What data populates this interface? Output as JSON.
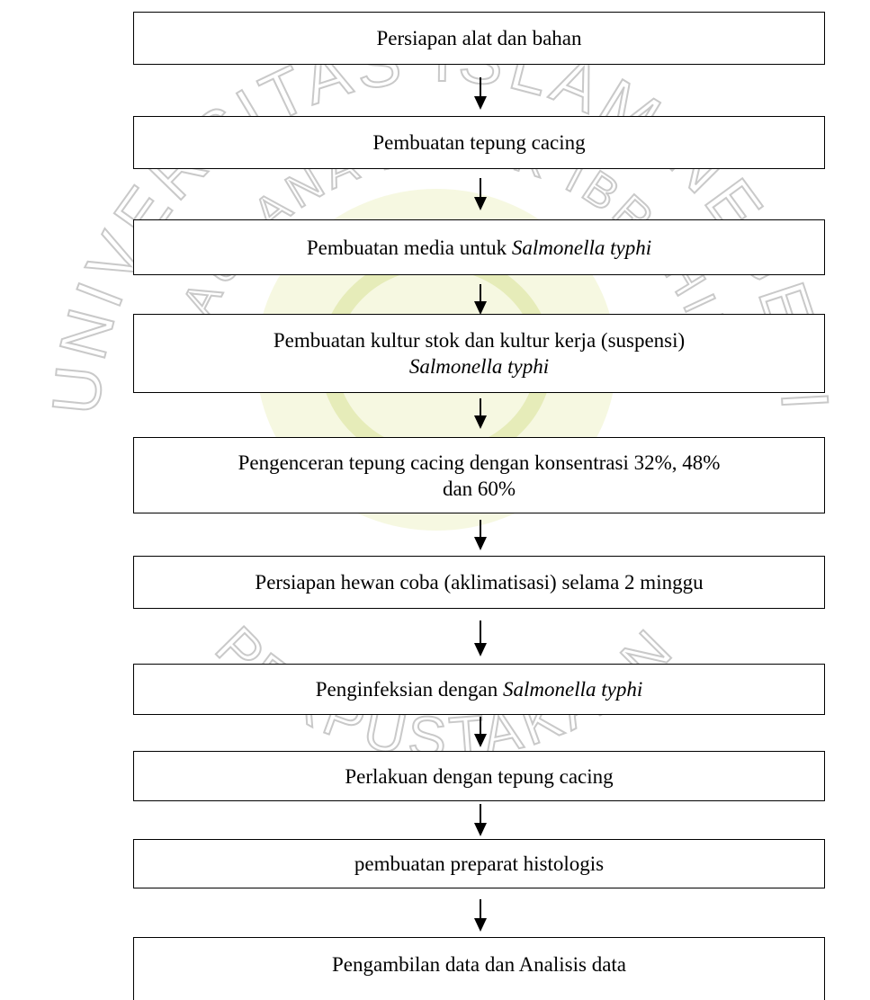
{
  "steps": [
    {
      "text": "Persiapan alat dan bahan"
    },
    {
      "text": "Pembuatan tepung cacing"
    },
    {
      "text": "Pembuatan media untuk ",
      "italic": "Salmonella typhi"
    },
    {
      "text": "Pembuatan kultur stok dan kultur kerja (suspensi)",
      "italic": "Salmonella typhi"
    },
    {
      "text": "Pengenceran tepung cacing dengan konsentrasi 32%, 48%",
      "text2": "dan 60%"
    },
    {
      "text": "Persiapan hewan coba (aklimatisasi) selama 2 minggu"
    },
    {
      "text": "Penginfeksian dengan ",
      "italic": "Salmonella typhi"
    },
    {
      "text": "Perlakuan dengan tepung cacing"
    },
    {
      "text": "pembuatan preparat histologis"
    },
    {
      "text": "Pengambilan data dan Analisis data"
    }
  ],
  "watermark": {
    "top_text": "UNIVERSITAS ISLAM NEGERI",
    "inner_text": "MAULANA MALIK IBRAHIM",
    "bottom_text": "PERPUSTAKAAN",
    "color": "#c9c9c9",
    "logo_color": "#dfe7a8"
  }
}
